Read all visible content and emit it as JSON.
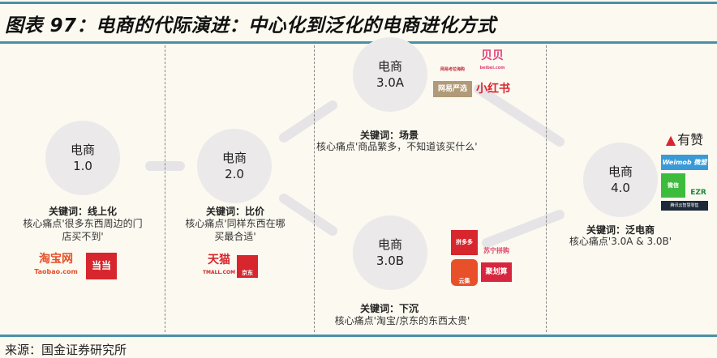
{
  "title": "图表 97：电商的代际演进：中心化到泛化的电商进化方式",
  "stages": [
    {
      "name": "电商",
      "version": "1.0",
      "keyword": "关键词：线上化",
      "pain_line1": "核心痛点'很多东西周边的门",
      "pain_line2": "店买不到'",
      "logos": [
        "淘宝网",
        "Taobao.com",
        "当当"
      ]
    },
    {
      "name": "电商",
      "version": "2.0",
      "keyword": "关键词：比价",
      "pain_line1": "核心痛点'同样东西在哪",
      "pain_line2": "买最合适'",
      "logos": [
        "天猫",
        "TMALL.COM",
        "京东"
      ]
    },
    {
      "name": "电商",
      "version": "3.0A",
      "keyword": "关键词：场景",
      "pain_line1": "核心痛点'商品繁多，不知道该买什么'",
      "logos": [
        "网易考拉海购",
        "贝贝",
        "beibei.com",
        "网易严选",
        "小红书"
      ]
    },
    {
      "name": "电商",
      "version": "3.0B",
      "keyword": "关键词：下沉",
      "pain_line1": "核心痛点'淘宝/京东的东西太贵'",
      "logos": [
        "拼多多",
        "苏宁拼购",
        "云集",
        "聚划算"
      ]
    },
    {
      "name": "电商",
      "version": "4.0",
      "keyword": "关键词：泛电商",
      "pain_line1": "核心痛点'3.0A & 3.0B'",
      "logos": [
        "有赞",
        "Weimob 微盟",
        "微信",
        "EZR",
        "腾讯云智慧零售"
      ]
    }
  ],
  "source": "来源：国金证券研究所",
  "colors": {
    "rule": "#4a8fa8",
    "background": "#fcf9f0",
    "circle": "#ebe9ea",
    "brand_red": "#d7262d"
  }
}
